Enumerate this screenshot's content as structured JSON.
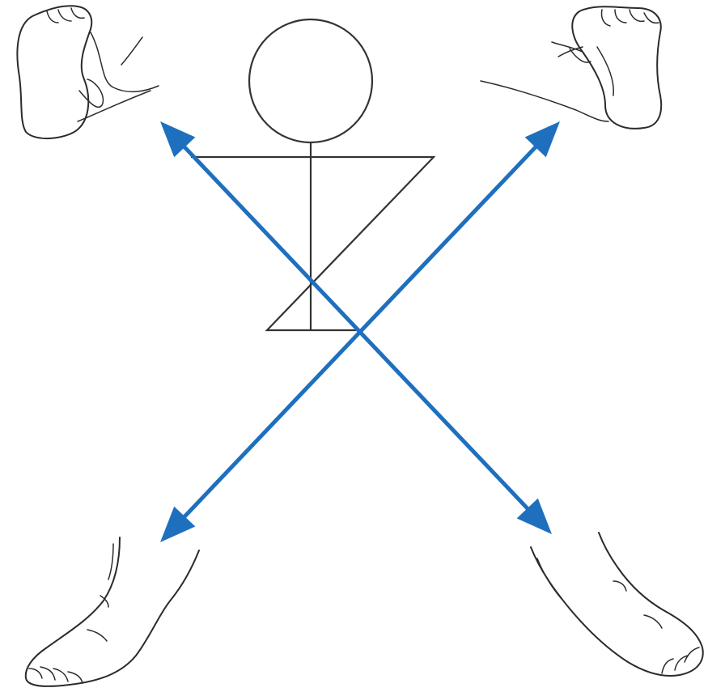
{
  "colors": {
    "arrow": "#1f6fbf",
    "ink": "#2b2b2b",
    "background": "#ffffff"
  },
  "diagram": {
    "elements": [
      {
        "id": "stick-figure",
        "parts": [
          "head-circle",
          "spine-line",
          "torso-triangle"
        ]
      },
      {
        "id": "foot-sole-top-left"
      },
      {
        "id": "foot-sole-top-right"
      },
      {
        "id": "foot-bottom-left"
      },
      {
        "id": "foot-bottom-right"
      }
    ],
    "arrows": [
      {
        "id": "arrow-diagonal-a",
        "direction": "bidirectional",
        "connects": [
          "foot-sole-top-left",
          "foot-bottom-right"
        ]
      },
      {
        "id": "arrow-diagonal-b",
        "direction": "bidirectional",
        "connects": [
          "foot-sole-top-right",
          "foot-bottom-left"
        ]
      }
    ]
  }
}
